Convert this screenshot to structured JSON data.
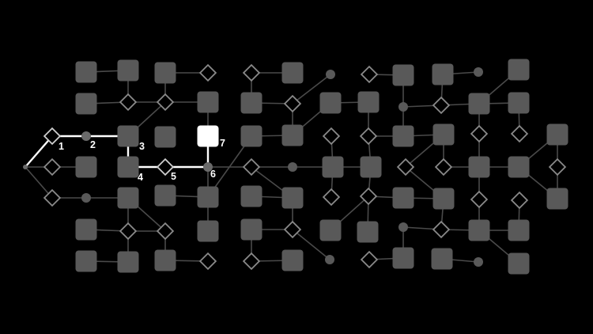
{
  "path_steps": [
    "1",
    "2",
    "3",
    "4",
    "5",
    "6",
    "7"
  ],
  "colors": {
    "background": "#000000",
    "edge": "#4a4a4a",
    "active_edge": "#ffffff",
    "node": "#595959",
    "active_node": "#ffffff",
    "diamond_stroke": "#8a8a8a"
  },
  "node_types": [
    "square",
    "diamond",
    "dot"
  ]
}
